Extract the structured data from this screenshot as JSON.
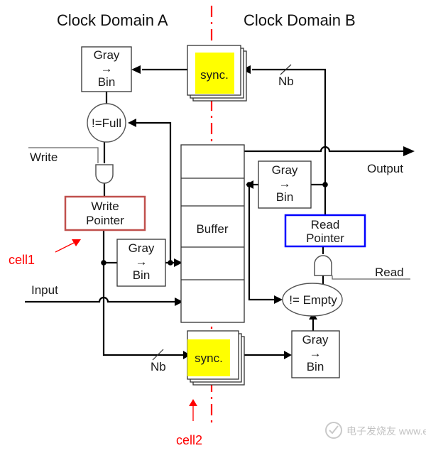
{
  "domains": {
    "a": "Clock Domain A",
    "b": "Clock Domain B"
  },
  "blocks": {
    "gray_bin_top": [
      "Gray",
      "→",
      "Bin"
    ],
    "gray_bin_write": [
      "Gray",
      "→",
      "Bin"
    ],
    "gray_bin_read": [
      "Gray",
      "→",
      "Bin"
    ],
    "gray_bin_bottom": [
      "Gray",
      "→",
      "Bin"
    ],
    "full_compare": "!=Full",
    "empty_compare": "!= Empty",
    "write_pointer": [
      "Write",
      "Pointer"
    ],
    "read_pointer": [
      "Read",
      "Pointer"
    ],
    "buffer": "Buffer",
    "sync_top": "sync.",
    "sync_bottom": "sync."
  },
  "signals": {
    "write": "Write",
    "read": "Read",
    "input": "Input",
    "output": "Output",
    "bus_width_top": "Nb",
    "bus_width_bottom": "Nb"
  },
  "annotations": {
    "cell1": "cell1",
    "cell2": "cell2"
  },
  "watermark": "电子发烧友 www.elecfans.com",
  "colors": {
    "domain_divider": "#ff0000",
    "sync_fill": "#ffff00",
    "write_pointer_border": "#c0504d",
    "read_pointer_border": "#0000ff",
    "annotation": "#ff0000"
  }
}
